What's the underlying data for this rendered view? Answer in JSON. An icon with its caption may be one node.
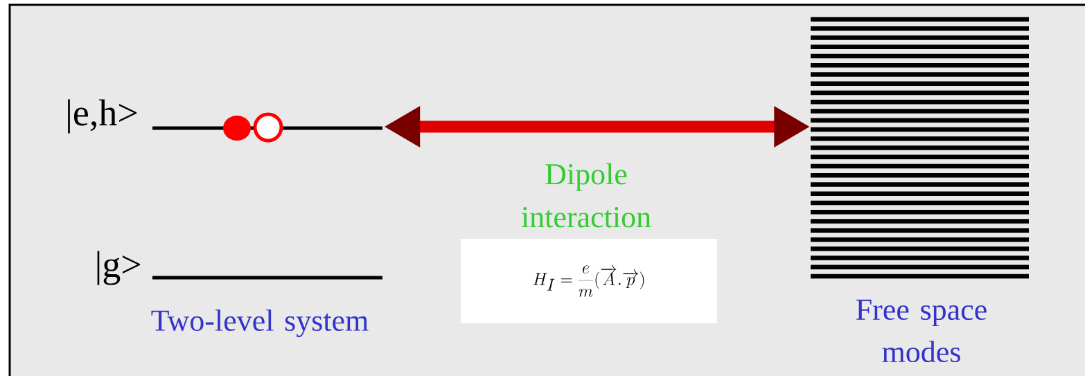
{
  "diagram": {
    "nodes": [
      {
        "text": [],
        "shape": "picture",
        "beside": [
          "Two-level system"
        ]
      },
      {
        "text": [],
        "shape": "picture",
        "beside": [
          "Free space modes"
        ]
      },
      {
        "text": [
          "H_I = \\frac{e}{m}(\\overrightarrow{A}.\\overrightarrow{p})"
        ]
      }
    ],
    "edges": [
      {
        "from": 0,
        "to": 1,
        "arrow": "both",
        "label": "Dipole interaction"
      }
    ],
    "labels": [
      "|e,h>",
      "|g>"
    ]
  }
}
